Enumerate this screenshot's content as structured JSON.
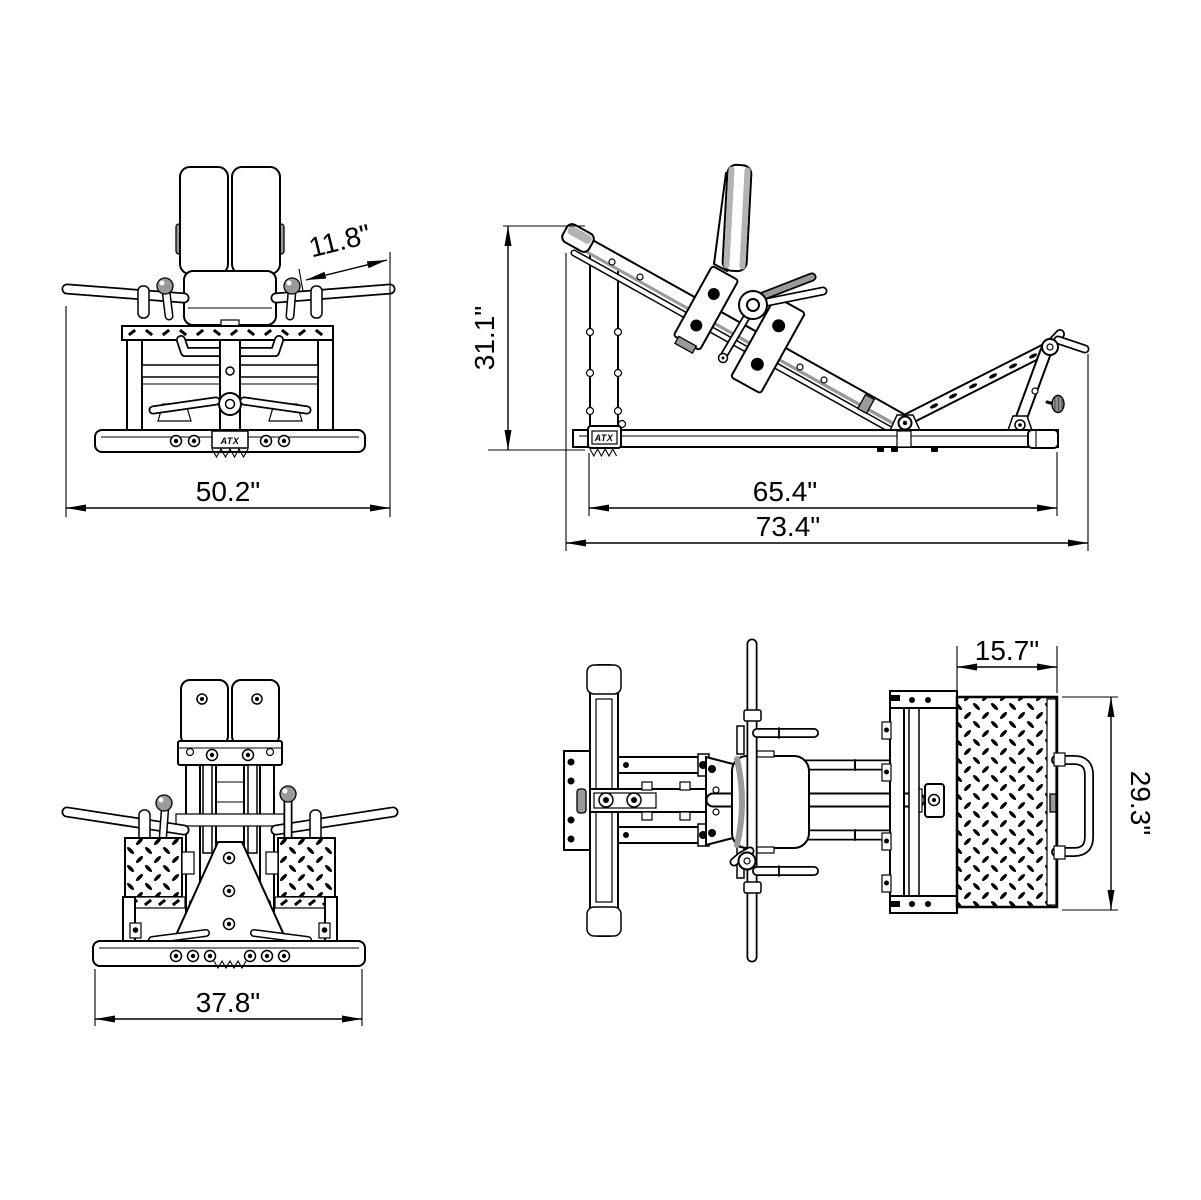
{
  "brand_label": "ATX",
  "views": {
    "front": {
      "handle_length": "11.8\"",
      "overall_width": "50.2\""
    },
    "side": {
      "height": "31.1\"",
      "base_length": "65.4\"",
      "overall_length": "73.4\""
    },
    "rear": {
      "base_width": "37.8\""
    },
    "top": {
      "footplate_width": "15.7\"",
      "footplate_depth": "29.3\""
    }
  },
  "colors": {
    "line": "#000000",
    "accent_gray": "#9a9a9a",
    "background": "#ffffff"
  }
}
